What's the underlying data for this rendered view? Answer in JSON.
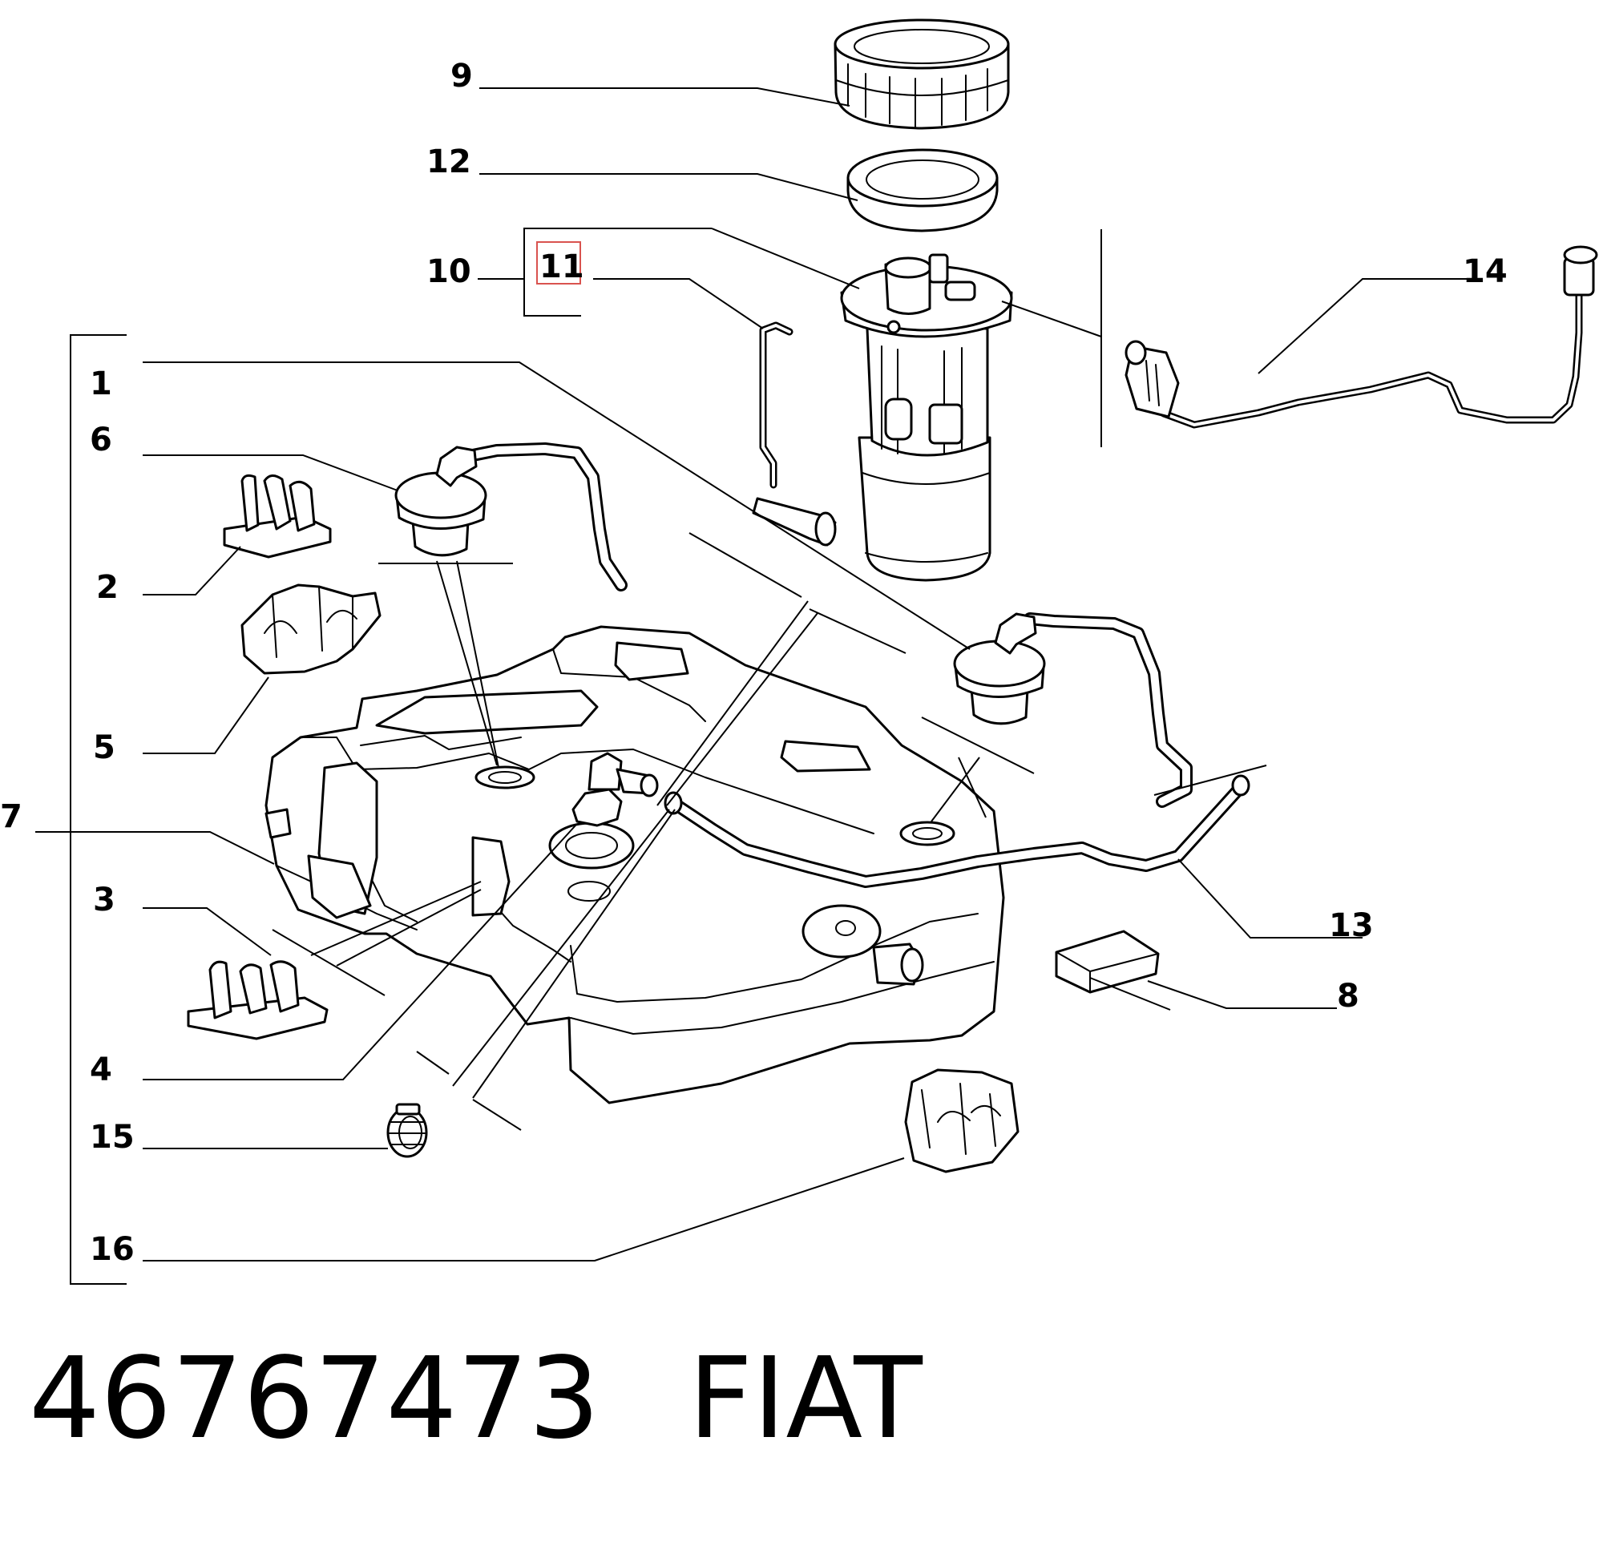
{
  "diagram": {
    "callouts": {
      "c1": "1",
      "c2": "2",
      "c3": "3",
      "c4": "4",
      "c5": "5",
      "c6": "6",
      "c7": "7",
      "c8": "8",
      "c9": "9",
      "c10": "10",
      "c11": "11",
      "c12": "12",
      "c13": "13",
      "c14": "14",
      "c15": "15",
      "c16": "16"
    },
    "highlighted_callout": "11",
    "highlight_color": "#d9534f"
  },
  "footer": {
    "part_number": "46767473",
    "brand": "FIAT"
  }
}
